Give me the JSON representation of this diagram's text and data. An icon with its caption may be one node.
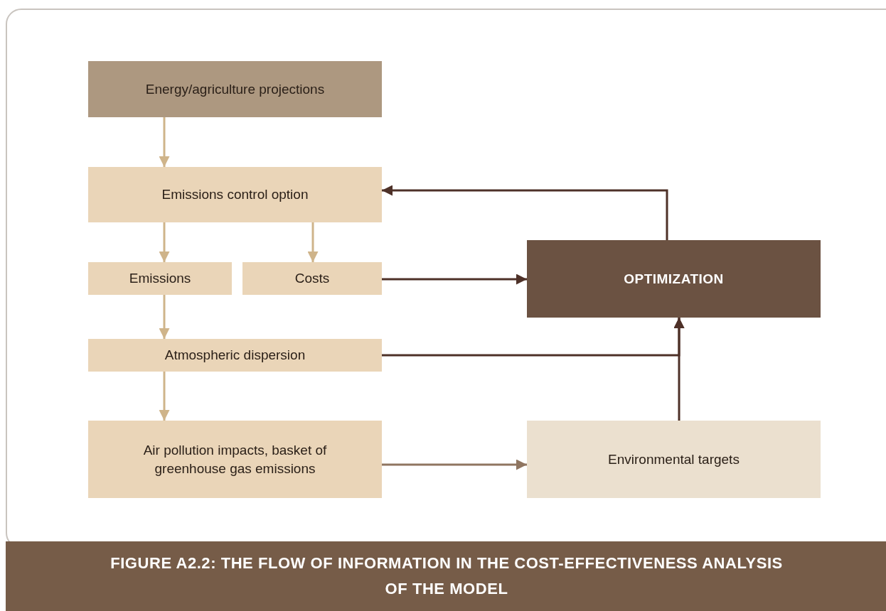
{
  "diagram": {
    "caption": "FIGURE A2.2: THE FLOW OF INFORMATION IN THE COST-EFFECTIVENESS ANALYSIS OF THE MODEL",
    "nodes": [
      {
        "text": [
          "Energy/agriculture projections"
        ]
      },
      {
        "text": [
          "Emissions control option"
        ]
      },
      {
        "text": [
          "Emissions"
        ]
      },
      {
        "text": [
          "Costs"
        ]
      },
      {
        "text": [
          "OPTIMIZATION"
        ]
      },
      {
        "text": [
          "Atmospheric dispersion"
        ]
      },
      {
        "text": [
          "Air pollution impacts, basket of greenhouse gas emissions"
        ]
      },
      {
        "text": [
          "Environmental targets"
        ]
      }
    ],
    "edges": [
      {
        "from": 0,
        "to": 1,
        "arrow": "to"
      },
      {
        "from": 1,
        "to": 2,
        "arrow": "to"
      },
      {
        "from": 1,
        "to": 3,
        "arrow": "to"
      },
      {
        "from": 3,
        "to": 4,
        "arrow": "to",
        "color": "#4e3128"
      },
      {
        "from": 4,
        "to": 1,
        "arrow": "to",
        "color": "#4e3128"
      },
      {
        "from": 2,
        "to": 5,
        "arrow": "to"
      },
      {
        "from": 5,
        "to": 4,
        "arrow": "to",
        "color": "#4e3128"
      },
      {
        "from": 5,
        "to": 6,
        "arrow": "to"
      },
      {
        "from": 6,
        "to": 7,
        "arrow": "to",
        "color": "#8f7560"
      },
      {
        "from": 7,
        "to": 4,
        "arrow": "to",
        "color": "#4e3128"
      }
    ]
  }
}
